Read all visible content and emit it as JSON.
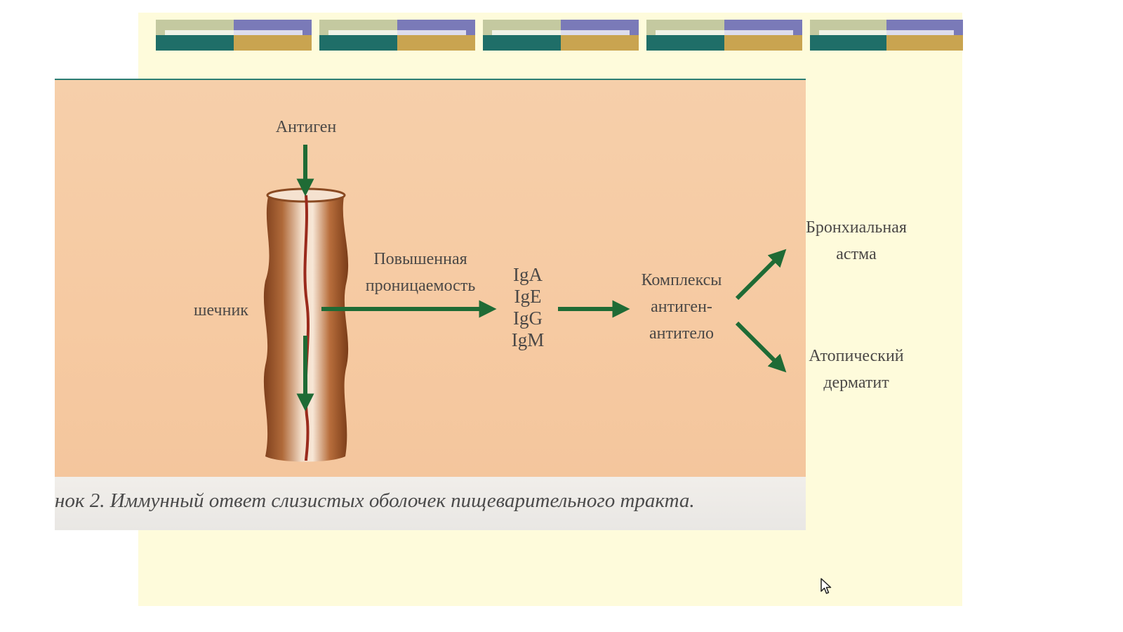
{
  "header_decoration": {
    "count": 5,
    "colors": [
      "#c4c9a0",
      "#7a7ab8",
      "#1f6e68",
      "#c9a450",
      "#ffffff"
    ]
  },
  "figure": {
    "antigen_label": "Антиген",
    "intestine_label": "шечник",
    "permeability_label": "Повышенная\nпроницаемость",
    "immunoglobulins": [
      "IgA",
      "IgE",
      "IgG",
      "IgM"
    ],
    "complexes_label": "Комплексы\nантиген-\nантитело",
    "outcome_top": "Бронхиальная\nастма",
    "outcome_bottom": "Атопический\nдерматит",
    "caption": "нок 2. Иммунный ответ слизистых оболочек пищеварительного тракта.",
    "arrow_color": "#1f6b35",
    "background_color": "#f6cba4"
  }
}
